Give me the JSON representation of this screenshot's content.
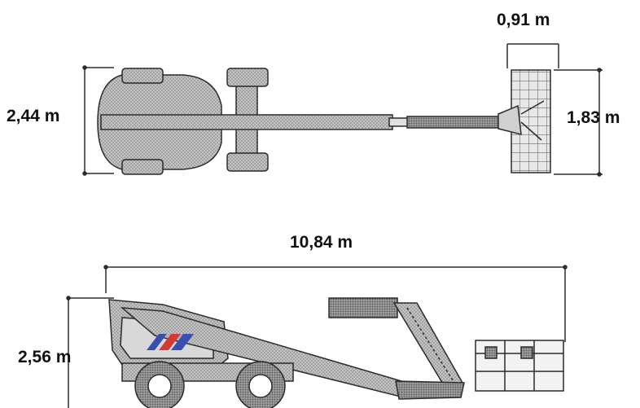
{
  "dimensions": {
    "top_view": {
      "machine_width": "2,44 m",
      "platform_depth": "0,91 m",
      "platform_width": "1,83 m"
    },
    "side_view": {
      "stowed_length": "10,84 m",
      "stowed_height": "2,56 m"
    }
  },
  "colors": {
    "line": "#2b2b2b",
    "fill": "#bdbdbd",
    "fill_dark": "#9a9a9a",
    "logo_blue": "#3b4fb0",
    "logo_red": "#d23a3a",
    "background": "#ffffff"
  }
}
